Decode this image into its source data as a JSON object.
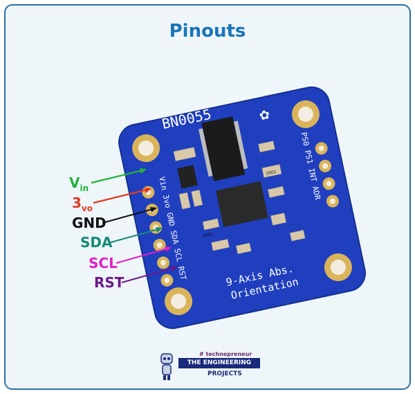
{
  "title": "Pinouts",
  "board": {
    "part_label": "BN0055",
    "left_pins": "Vin 3vo GND SDA SCL RST",
    "right_pins": "PS0 PS1 INT ADR",
    "chip_left": "2001",
    "chip_right": "2001",
    "footer_1": "9-Axis Abs.",
    "footer_2": "Orientation"
  },
  "pins": [
    {
      "main": "V",
      "sub": "in",
      "color": "#22b33a"
    },
    {
      "main": "3",
      "sub": "vo",
      "color": "#e23a1f"
    },
    {
      "main": "GND",
      "sub": "",
      "color": "#111111"
    },
    {
      "main": "SDA",
      "sub": "",
      "color": "#178a78"
    },
    {
      "main": "SCL",
      "sub": "",
      "color": "#e020c8"
    },
    {
      "main": "RST",
      "sub": "",
      "color": "#6a1a8a"
    }
  ],
  "logo": {
    "tagline": "# technopreneur",
    "name": "THE ENGINEERING",
    "sub": "PROJECTS"
  },
  "colors": {
    "frame_border": "#2a6fa3",
    "title": "#1a75b8",
    "pcb": "#1f3fbf"
  }
}
